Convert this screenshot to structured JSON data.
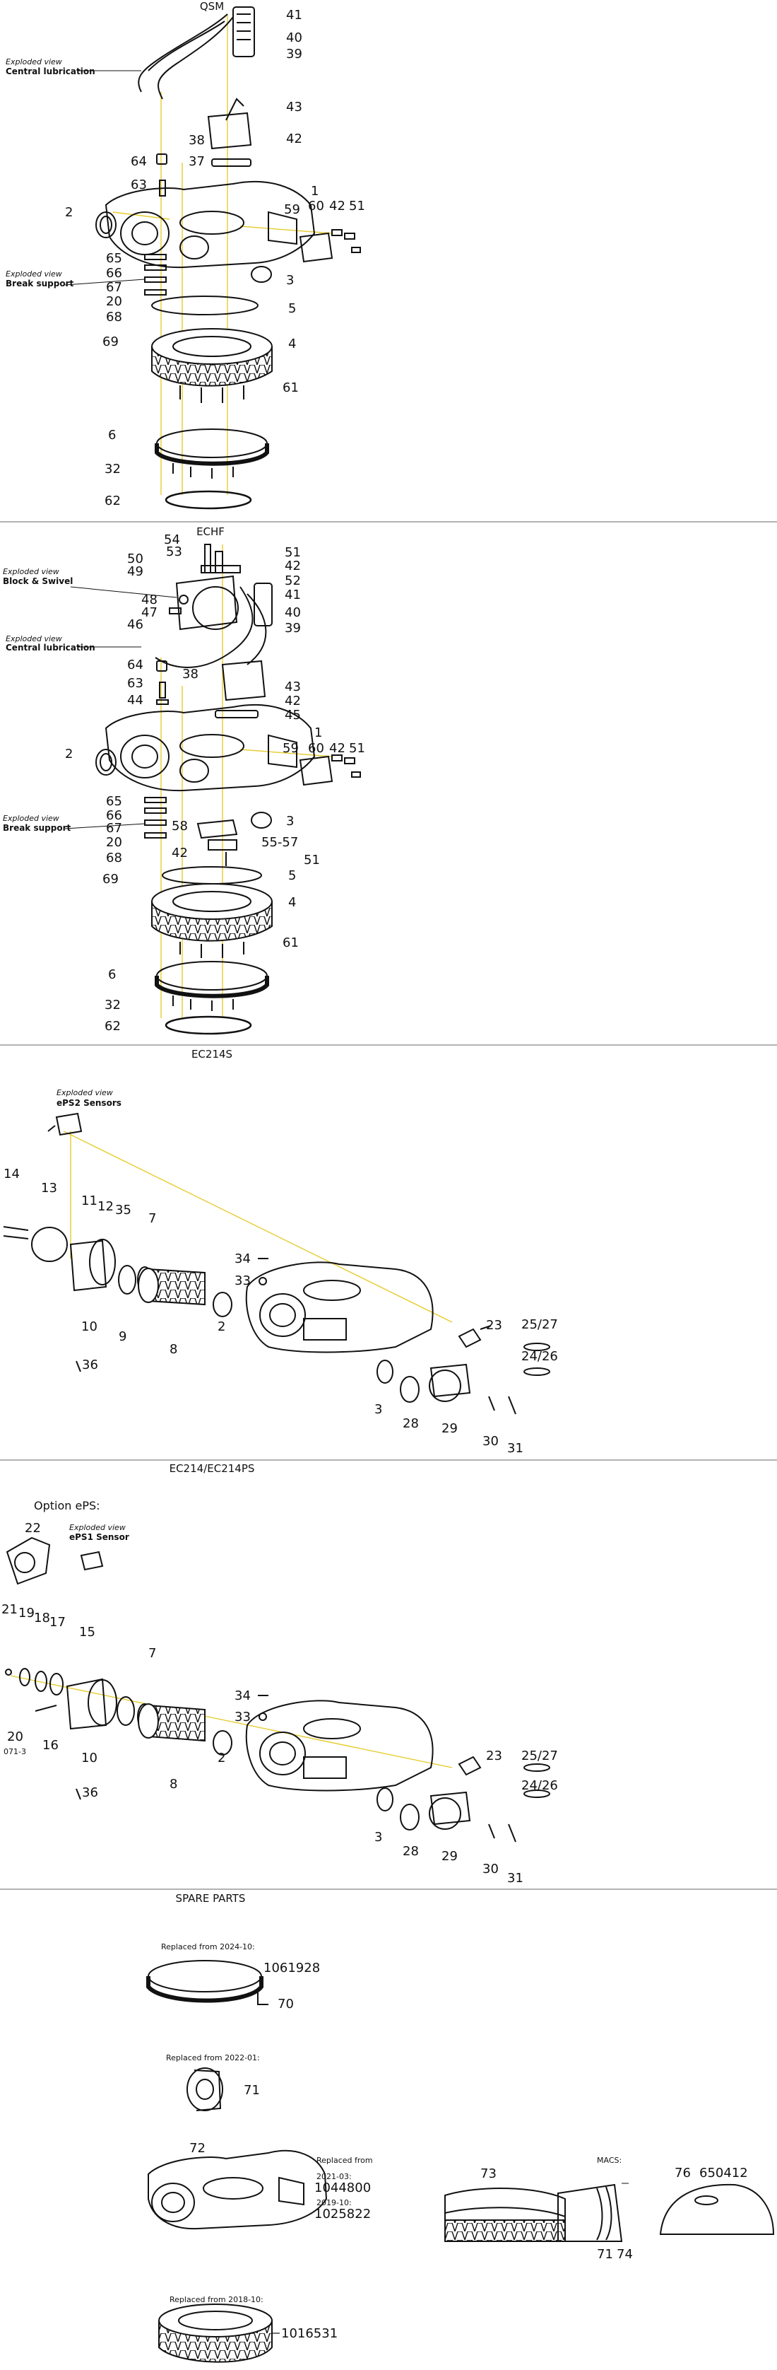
{
  "sections": {
    "qsm": {
      "title": "QSM"
    },
    "echf": {
      "title": "ECHF"
    },
    "ec214s": {
      "title": "EC214S"
    },
    "ec214": {
      "title": "EC214/EC214PS"
    },
    "spare": {
      "title": "SPARE PARTS"
    }
  },
  "callouts": {
    "exploded": "Exploded view",
    "central": "Central lubrication",
    "break": "Break support",
    "block": "Block & Swivel",
    "eps2": "ePS2 Sensors",
    "eps1": "ePS1 Sensor",
    "option": "Option ePS:"
  },
  "qsm_labels": [
    "41",
    "40",
    "39",
    "43",
    "38",
    "42",
    "37",
    "64",
    "63",
    "1",
    "2",
    "60",
    "42",
    "51",
    "59",
    "65",
    "66",
    "67",
    "20",
    "68",
    "3",
    "5",
    "69",
    "4",
    "61",
    "6",
    "32",
    "62"
  ],
  "echf_labels": [
    "54",
    "53",
    "50",
    "51",
    "49",
    "42",
    "52",
    "41",
    "48",
    "47",
    "40",
    "46",
    "39",
    "38",
    "64",
    "43",
    "63",
    "42",
    "44",
    "45",
    "1",
    "2",
    "60",
    "42",
    "51",
    "59",
    "65",
    "66",
    "67",
    "58",
    "20",
    "55-57",
    "42",
    "68",
    "51",
    "3",
    "5",
    "69",
    "4",
    "61",
    "6",
    "32",
    "62"
  ],
  "ec214s_labels": [
    "14",
    "13",
    "11",
    "12",
    "35",
    "7",
    "34",
    "33",
    "25/27",
    "23",
    "24/26",
    "10",
    "9",
    "8",
    "2",
    "36",
    "3",
    "28",
    "29",
    "30",
    "31"
  ],
  "ec214_labels": [
    "22",
    "21",
    "19",
    "18",
    "17",
    "15",
    "7",
    "34",
    "33",
    "23",
    "25/27",
    "24/26",
    "20",
    "16",
    "10",
    "8",
    "2",
    "36",
    "3",
    "28",
    "29",
    "30",
    "31"
  ],
  "ec214_sub": "071-3",
  "spare": {
    "replaced_2024": "Replaced from 2024-10:",
    "part_1061928": "1061928",
    "num_70": "70",
    "replaced_2022": "Replaced from 2022-01:",
    "num_71": "71",
    "num_72": "72",
    "replaced_from": "Replaced from",
    "date_2021": "2021-03:",
    "part_1044800": "1044800",
    "date_2019": "2019-10:",
    "part_1025822": "1025822",
    "num_73": "73",
    "macs": "MACS:",
    "num_71b": "71",
    "num_74": "74",
    "num_76": "76",
    "part_650412": "650412",
    "replaced_2018": "Replaced from 2018-10:",
    "part_1016531": "1016531"
  },
  "colors": {
    "line": "#111111",
    "leader": "#e6cc2e",
    "divider": "#999999"
  }
}
